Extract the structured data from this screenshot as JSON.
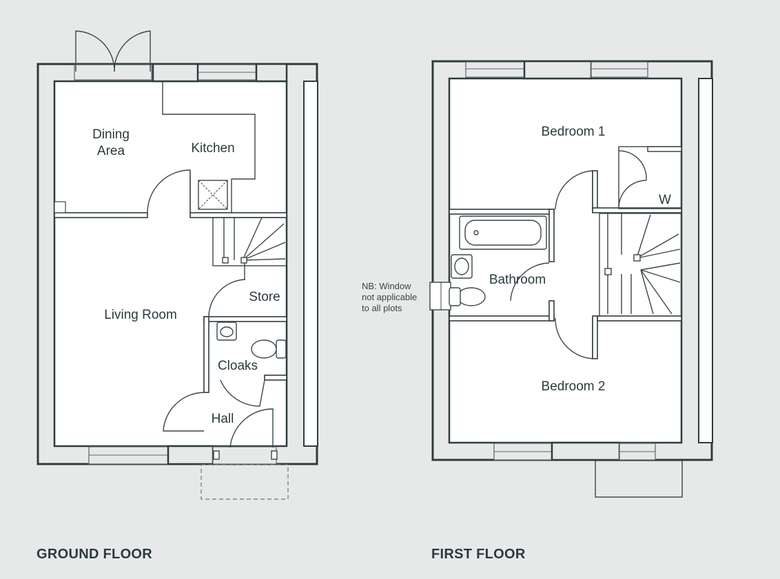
{
  "ground_floor": {
    "title": "GROUND FLOOR",
    "rooms": {
      "dining_line1": "Dining",
      "dining_line2": "Area",
      "kitchen": "Kitchen",
      "living_room": "Living Room",
      "store": "Store",
      "cloaks": "Cloaks",
      "hall": "Hall"
    }
  },
  "first_floor": {
    "title": "FIRST FLOOR",
    "rooms": {
      "bedroom1": "Bedroom 1",
      "bedroom2": "Bedroom 2",
      "bathroom": "Bathroom",
      "wardrobe": "W"
    },
    "note": {
      "line1": "NB: Window",
      "line2": "not applicable",
      "line3": "to all plots"
    }
  },
  "colors": {
    "background": "#e7e9e9",
    "wall": "#2f3b3e",
    "interior": "#ffffff",
    "text": "#2b3a3e"
  }
}
